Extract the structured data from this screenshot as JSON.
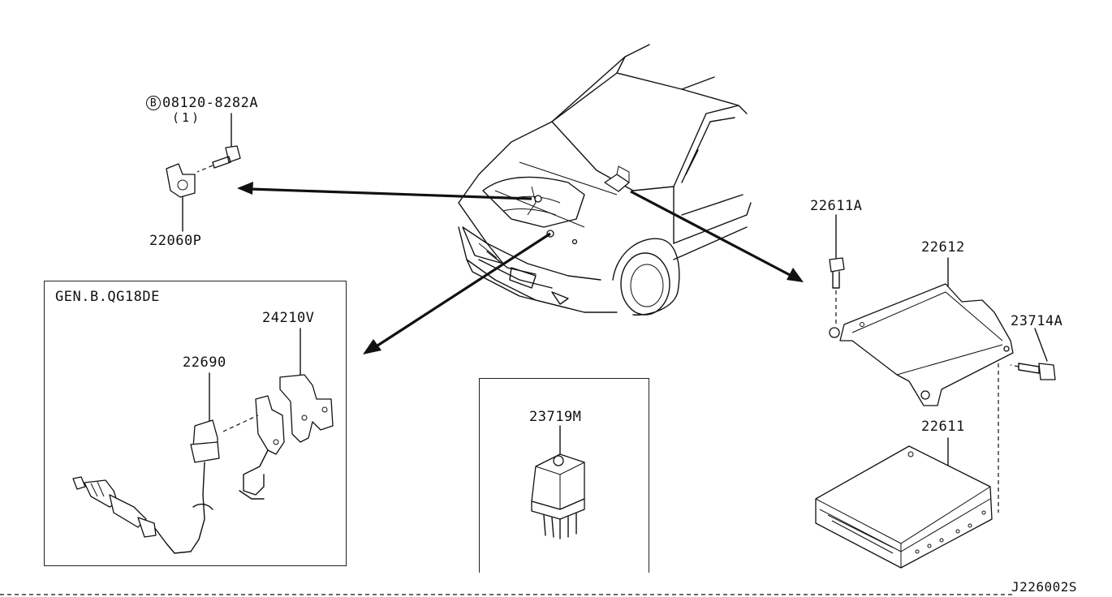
{
  "labels": {
    "bolt_part": "08120-8282A",
    "bolt_qty": "(1)",
    "bolt_symbol": "B",
    "bracket_part": "22060P",
    "panel_left_title": "GEN.B.QG18DE",
    "bracket_sensor": "24210V",
    "sensor": "22690",
    "relay": "23719M",
    "ecm_bolt": "22611A",
    "ecm_bracket": "22612",
    "ecm_screw": "23714A",
    "ecm": "22611",
    "figure_code": "J226002S"
  }
}
